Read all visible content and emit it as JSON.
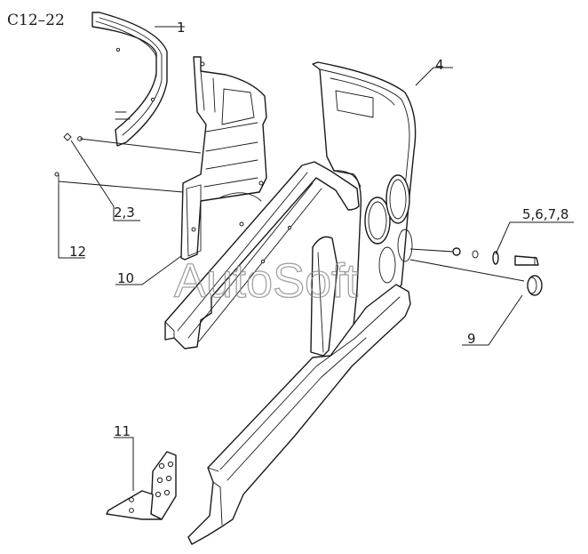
{
  "diagram_code": "C12–22",
  "watermark": "AutoSoft",
  "callouts": {
    "c1": "1",
    "c4": "4",
    "c23": "2,3",
    "c12": "12",
    "c10": "10",
    "c5678": "5,6,7,8",
    "c9": "9",
    "c11": "11"
  }
}
